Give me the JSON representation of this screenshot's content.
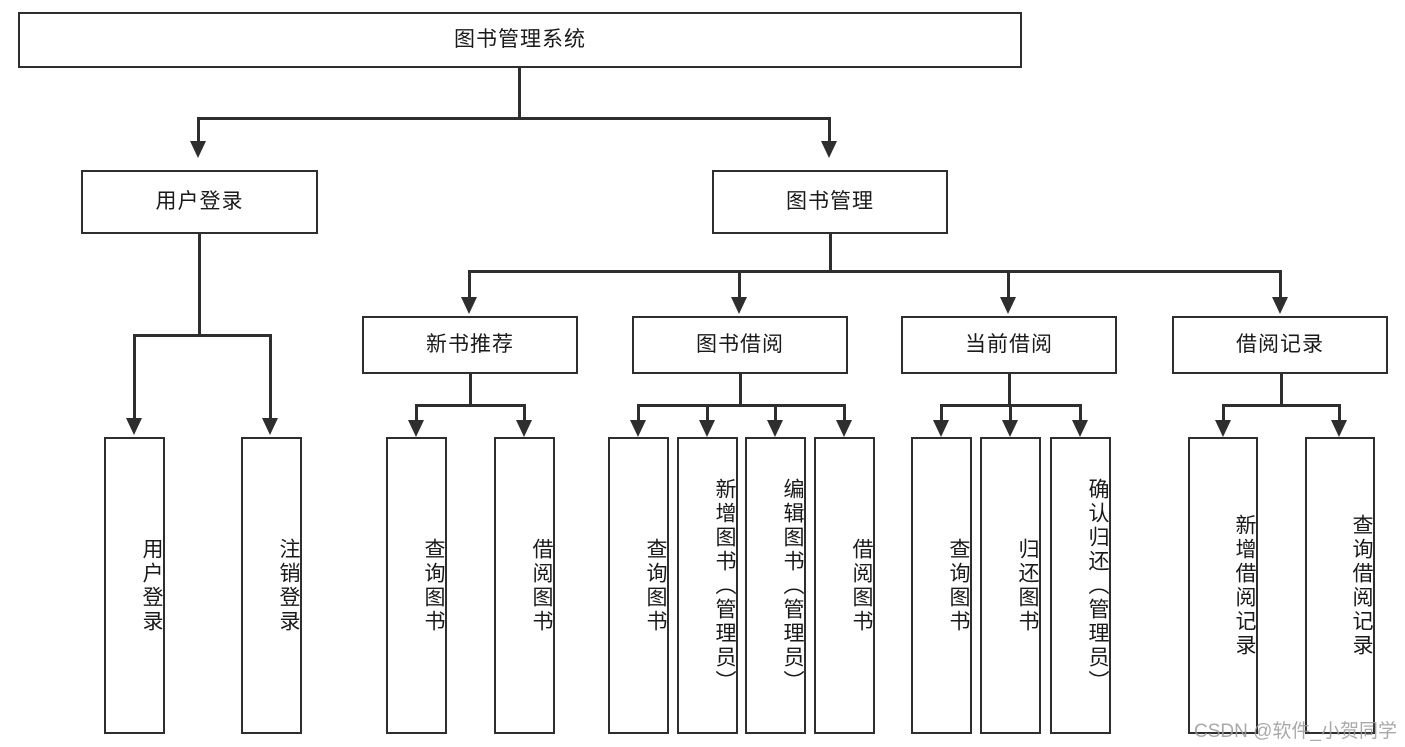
{
  "diagram": {
    "title": "图书管理系统",
    "root": {
      "label": "图书管理系统"
    },
    "level2": [
      {
        "label": "用户登录"
      },
      {
        "label": "图书管理"
      }
    ],
    "level3": [
      {
        "label": "新书推荐"
      },
      {
        "label": "图书借阅"
      },
      {
        "label": "当前借阅"
      },
      {
        "label": "借阅记录"
      }
    ],
    "leaves": {
      "user_login": [
        {
          "label": "用户登录"
        },
        {
          "label": "注销登录"
        }
      ],
      "new_book_recommend": [
        {
          "label": "查询图书"
        },
        {
          "label": "借阅图书"
        }
      ],
      "book_borrow": [
        {
          "label": "查询图书"
        },
        {
          "label": "新增图书（管理员）"
        },
        {
          "label": "编辑图书（管理员）"
        },
        {
          "label": "借阅图书"
        }
      ],
      "current_borrow": [
        {
          "label": "查询图书"
        },
        {
          "label": "归还图书"
        },
        {
          "label": "确认归还（管理员）"
        }
      ],
      "borrow_record": [
        {
          "label": "新增借阅记录"
        },
        {
          "label": "查询借阅记录"
        }
      ]
    }
  },
  "watermark": {
    "text": "CSDN @软件_小贺同学"
  },
  "colors": {
    "stroke": "#2e2e2e",
    "text": "#1a1a1a",
    "background": "#ffffff",
    "watermark": "#9b9b9b"
  }
}
